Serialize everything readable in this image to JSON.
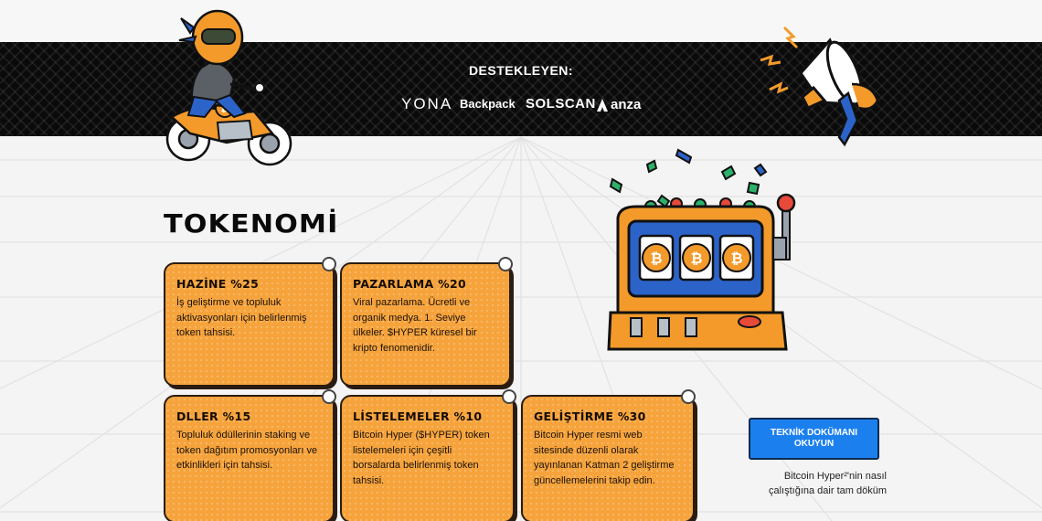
{
  "header": {
    "supporters_title": "DESTEKLEYEN:",
    "supporters": [
      {
        "name": "YONA",
        "icon": "yona-logo"
      },
      {
        "name": "Backpack",
        "icon": "backpack-logo"
      },
      {
        "name": "SOLSCAN",
        "icon": "solscan-logo"
      },
      {
        "name": "anza",
        "icon": "anza-logo"
      }
    ]
  },
  "tokenomics": {
    "title": "TOKENOMİ",
    "cards": [
      {
        "title": "HAZİNE %25",
        "body": "İş geliştirme ve topluluk aktivasyonları için belirlenmiş token tahsisi."
      },
      {
        "title": "PAZARLAMA %20",
        "body": "Viral pazarlama. Ücretli ve organik medya. 1. Seviye ülkeler. $HYPER küresel bir kripto fenomenidir."
      },
      {
        "title": "DLLER %15",
        "body": "Topluluk ödüllerinin staking ve token dağıtım promosyonları ve etkinlikleri için tahsisi."
      },
      {
        "title": "LİSTELEMELER %10",
        "body": "Bitcoin Hyper ($HYPER) token listelemeleri için çeşitli borsalarda belirlenmiş token tahsisi."
      },
      {
        "title": "GELİŞTİRME %30",
        "body": "Bitcoin Hyper resmi web sitesinde düzenli olarak yayınlanan Katman 2 geliştirme güncellemelerini takip edin."
      }
    ]
  },
  "cta": {
    "button_label": "TEKNİK DOKÜMANI OKUYUN",
    "description": "Bitcoin Hyper²'nin nasıl çalıştığına dair tam döküm"
  },
  "illustrations": {
    "mascot_icon": "motorbike-mascot-illustration",
    "megaphone_icon": "megaphone-illustration",
    "slot_machine_icon": "slot-machine-illustration",
    "coin_icon": "bitcoin-coin-icon"
  },
  "colors": {
    "card_orange": "#f6a33b",
    "cta_blue": "#1b80ee",
    "banner_black": "#0a0a0a"
  }
}
